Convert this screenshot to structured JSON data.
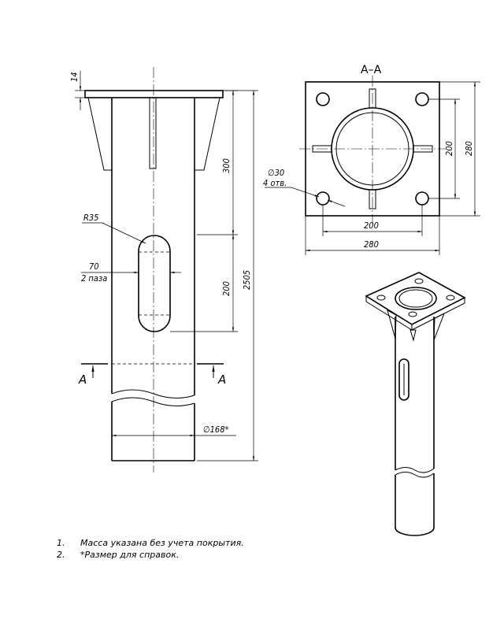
{
  "labels": {
    "plate_thickness": "14",
    "gusset_height": "300",
    "total_length": "2505",
    "slot_length": "200",
    "slot_radius": "R35",
    "slot_width": "70",
    "slot_count": "2 паза",
    "section_mark": "A",
    "section_mark_right": "A",
    "pipe_diameter": "∅168*",
    "section_title": "A–A",
    "hole_diameter": "∅30",
    "hole_count": "4 отв.",
    "hole_spacing_v": "200",
    "plate_size_v": "280",
    "hole_spacing_h": "200",
    "plate_size_h": "280"
  },
  "notes": [
    {
      "num": "1.",
      "text": "Масса указана без учета покрытия."
    },
    {
      "num": "2.",
      "text": "*Размер для справок."
    }
  ]
}
